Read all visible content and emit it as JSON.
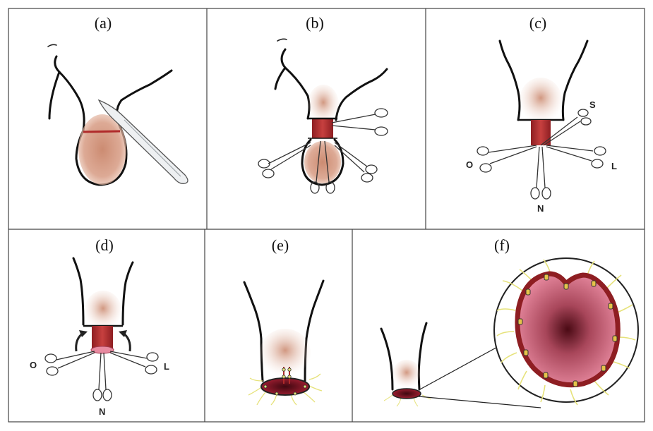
{
  "panels": [
    {
      "label": "(a)"
    },
    {
      "label": "(b)"
    },
    {
      "label": "(c)",
      "markers": [
        "S",
        "O",
        "L",
        "N"
      ]
    },
    {
      "label": "(d)",
      "markers": [
        "O",
        "L",
        "N"
      ]
    },
    {
      "label": "(e)"
    },
    {
      "label": "(f)"
    }
  ],
  "colors": {
    "border": "#444444",
    "skin_outline": "#111111",
    "tissue": "#c9856a",
    "mucosa_red": "#b02a2a",
    "inner_pink": "#e88aa0",
    "suture_yellow": "#e6e27a",
    "lumen_dark": "#5a0f1c"
  }
}
